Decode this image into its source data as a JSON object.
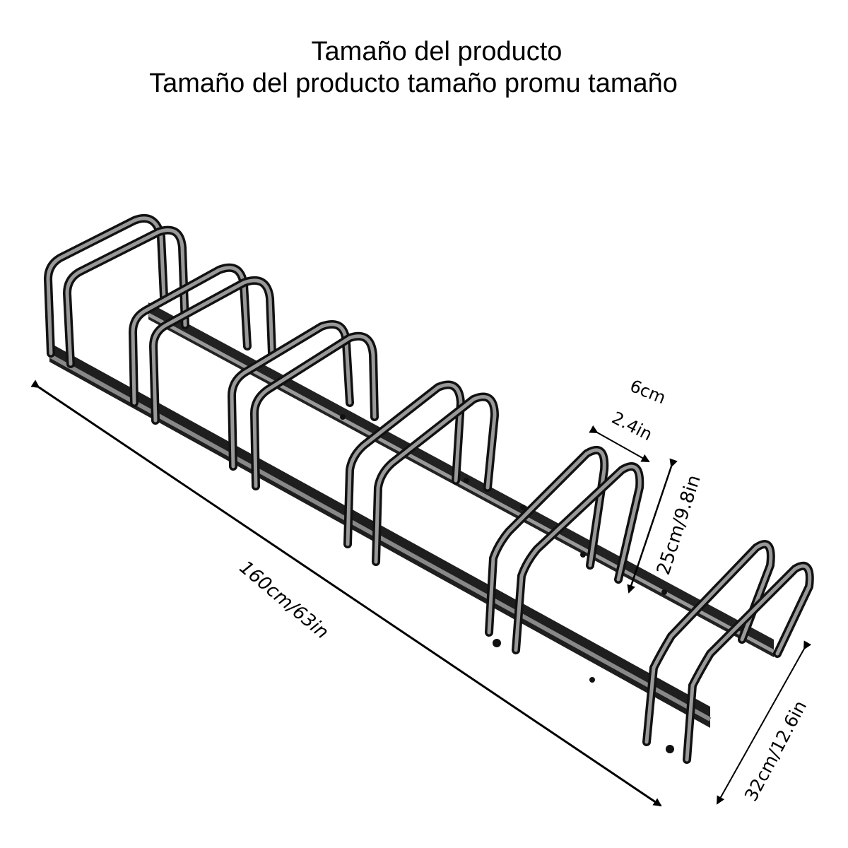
{
  "header": {
    "title_line1": "Tamaño del producto",
    "title_line2": "Tamaño del producto tamaño promu tamaño"
  },
  "product": {
    "name": "bicycle-floor-rack",
    "slots": 6
  },
  "dimensions": {
    "length": "160cm/63in",
    "tube_spacing_cm": "6cm",
    "tube_spacing_in": "2.4in",
    "height": "25cm/9.8in",
    "width": "32cm/12.6in"
  },
  "colors": {
    "background": "#ffffff",
    "text": "#000000",
    "metal_dark": "#1a1a1a",
    "metal_light": "#8a8a8a"
  }
}
